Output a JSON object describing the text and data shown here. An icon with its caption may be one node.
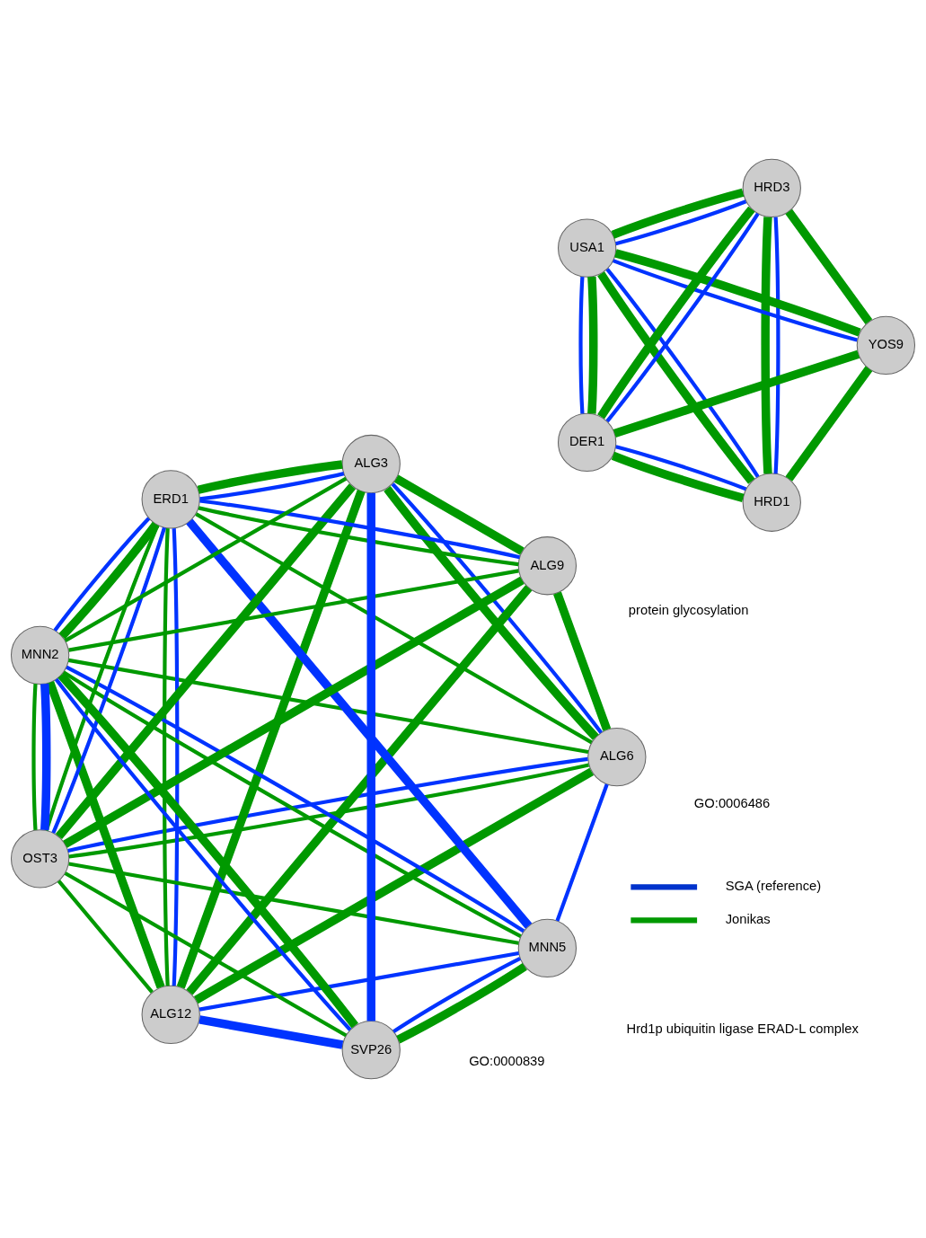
{
  "diagram": {
    "nodes": [
      {
        "text": [
          "HRD1"
        ]
      },
      {
        "text": [
          "YOS9"
        ]
      },
      {
        "text": [
          "USA1"
        ]
      },
      {
        "text": [
          "HRD3"
        ]
      },
      {
        "text": [
          "DER1"
        ]
      },
      {
        "text": [
          "ALG6"
        ]
      },
      {
        "text": [
          "ALG12"
        ]
      },
      {
        "text": [
          "MNN5"
        ]
      },
      {
        "text": [
          "OST3"
        ]
      },
      {
        "text": [
          "ALG9"
        ]
      },
      {
        "text": [
          "ERD1"
        ]
      },
      {
        "text": [
          "MNN2"
        ]
      },
      {
        "text": [
          "SVP26"
        ]
      },
      {
        "text": [
          "ALG3"
        ]
      }
    ],
    "edges": [
      {
        "from": 0,
        "to": 2,
        "arrow": "none",
        "style": "thick",
        "color": "#009900"
      },
      {
        "from": 0,
        "to": 1,
        "arrow": "none",
        "style": "thick",
        "color": "#009900"
      },
      {
        "from": 0,
        "to": 4,
        "arrow": "none",
        "style": "thick",
        "color": "#009900"
      },
      {
        "from": 0,
        "to": 3,
        "arrow": "none",
        "style": "thick",
        "color": "#009900"
      },
      {
        "from": 2,
        "to": 1,
        "arrow": "none",
        "style": "thick",
        "color": "#009900"
      },
      {
        "from": 2,
        "to": 4,
        "arrow": "none",
        "style": "thick",
        "color": "#009900"
      },
      {
        "from": 2,
        "to": 3,
        "arrow": "none",
        "style": "thick",
        "color": "#009900"
      },
      {
        "from": 1,
        "to": 3,
        "arrow": "none",
        "style": "thick",
        "color": "#009900"
      },
      {
        "from": 1,
        "to": 4,
        "arrow": "none",
        "style": "thick",
        "color": "#009900"
      },
      {
        "from": 4,
        "to": 3,
        "arrow": "none",
        "style": "thick",
        "color": "#009900"
      },
      {
        "from": 0,
        "to": 2,
        "arrow": "none",
        "color": "#0033ff"
      },
      {
        "from": 0,
        "to": 4,
        "arrow": "none",
        "color": "#0033ff"
      },
      {
        "from": 0,
        "to": 3,
        "arrow": "none",
        "color": "#0033ff"
      },
      {
        "from": 2,
        "to": 1,
        "arrow": "none",
        "color": "#0033ff"
      },
      {
        "from": 2,
        "to": 3,
        "arrow": "none",
        "color": "#0033ff"
      },
      {
        "from": 2,
        "to": 4,
        "arrow": "none",
        "color": "#0033ff"
      },
      {
        "from": 4,
        "to": 3,
        "arrow": "none",
        "color": "#0033ff"
      },
      {
        "from": 5,
        "to": 6,
        "arrow": "none",
        "style": "thick",
        "color": "#009900"
      },
      {
        "from": 5,
        "to": 9,
        "arrow": "none",
        "style": "thick",
        "color": "#009900"
      },
      {
        "from": 5,
        "to": 13,
        "arrow": "none",
        "style": "thick",
        "color": "#009900"
      },
      {
        "from": 5,
        "to": 8,
        "arrow": "none",
        "color": "#009900"
      },
      {
        "from": 5,
        "to": 10,
        "arrow": "none",
        "color": "#009900"
      },
      {
        "from": 5,
        "to": 11,
        "arrow": "none",
        "color": "#009900"
      },
      {
        "from": 6,
        "to": 9,
        "arrow": "none",
        "style": "thick",
        "color": "#009900"
      },
      {
        "from": 6,
        "to": 8,
        "arrow": "none",
        "color": "#009900"
      },
      {
        "from": 6,
        "to": 13,
        "arrow": "none",
        "style": "thick",
        "color": "#009900"
      },
      {
        "from": 6,
        "to": 10,
        "arrow": "none",
        "color": "#009900"
      },
      {
        "from": 6,
        "to": 11,
        "arrow": "none",
        "style": "thick",
        "color": "#009900"
      },
      {
        "from": 7,
        "to": 8,
        "arrow": "none",
        "color": "#009900"
      },
      {
        "from": 7,
        "to": 11,
        "arrow": "none",
        "color": "#009900"
      },
      {
        "from": 7,
        "to": 12,
        "arrow": "none",
        "style": "thick",
        "color": "#009900"
      },
      {
        "from": 9,
        "to": 8,
        "arrow": "none",
        "style": "thick",
        "color": "#009900"
      },
      {
        "from": 9,
        "to": 10,
        "arrow": "none",
        "color": "#009900"
      },
      {
        "from": 9,
        "to": 13,
        "arrow": "none",
        "style": "thick",
        "color": "#009900"
      },
      {
        "from": 9,
        "to": 11,
        "arrow": "none",
        "color": "#009900"
      },
      {
        "from": 8,
        "to": 13,
        "arrow": "none",
        "style": "thick",
        "color": "#009900"
      },
      {
        "from": 8,
        "to": 11,
        "arrow": "none",
        "color": "#009900"
      },
      {
        "from": 8,
        "to": 12,
        "arrow": "none",
        "color": "#009900"
      },
      {
        "from": 8,
        "to": 10,
        "arrow": "none",
        "color": "#009900"
      },
      {
        "from": 10,
        "to": 13,
        "arrow": "none",
        "style": "thick",
        "color": "#009900"
      },
      {
        "from": 10,
        "to": 11,
        "arrow": "none",
        "style": "thick",
        "color": "#009900"
      },
      {
        "from": 11,
        "to": 13,
        "arrow": "none",
        "color": "#009900"
      },
      {
        "from": 11,
        "to": 12,
        "arrow": "none",
        "style": "thick",
        "color": "#009900"
      },
      {
        "from": 5,
        "to": 7,
        "arrow": "none",
        "color": "#0033ff"
      },
      {
        "from": 6,
        "to": 7,
        "arrow": "none",
        "color": "#0033ff"
      },
      {
        "from": 5,
        "to": 8,
        "arrow": "none",
        "color": "#0033ff"
      },
      {
        "from": 5,
        "to": 13,
        "arrow": "none",
        "color": "#0033ff"
      },
      {
        "from": 6,
        "to": 10,
        "arrow": "none",
        "color": "#0033ff"
      },
      {
        "from": 6,
        "to": 12,
        "arrow": "none",
        "style": "thick",
        "color": "#0033ff"
      },
      {
        "from": 8,
        "to": 10,
        "arrow": "none",
        "color": "#0033ff"
      },
      {
        "from": 8,
        "to": 11,
        "arrow": "none",
        "style": "thick",
        "color": "#0033ff"
      },
      {
        "from": 9,
        "to": 10,
        "arrow": "none",
        "color": "#0033ff"
      },
      {
        "from": 7,
        "to": 10,
        "arrow": "none",
        "style": "thick",
        "color": "#0033ff"
      },
      {
        "from": 7,
        "to": 11,
        "arrow": "none",
        "color": "#0033ff"
      },
      {
        "from": 7,
        "to": 12,
        "arrow": "none",
        "color": "#0033ff"
      },
      {
        "from": 10,
        "to": 11,
        "arrow": "none",
        "color": "#0033ff"
      },
      {
        "from": 10,
        "to": 13,
        "arrow": "none",
        "color": "#0033ff"
      },
      {
        "from": 11,
        "to": 12,
        "arrow": "none",
        "color": "#0033ff"
      },
      {
        "from": 13,
        "to": 12,
        "arrow": "none",
        "style": "thick",
        "color": "#0033ff"
      }
    ],
    "labels": [
      "Hrd1p ubiquitin ligase ERAD-L complex",
      "GO:0000839",
      "protein glycosylation",
      "GO:0006486"
    ],
    "legend": [
      {
        "text": "SGA (reference)",
        "color": "#0033cc"
      },
      {
        "text": "Jonikas",
        "color": "#009900"
      }
    ]
  }
}
